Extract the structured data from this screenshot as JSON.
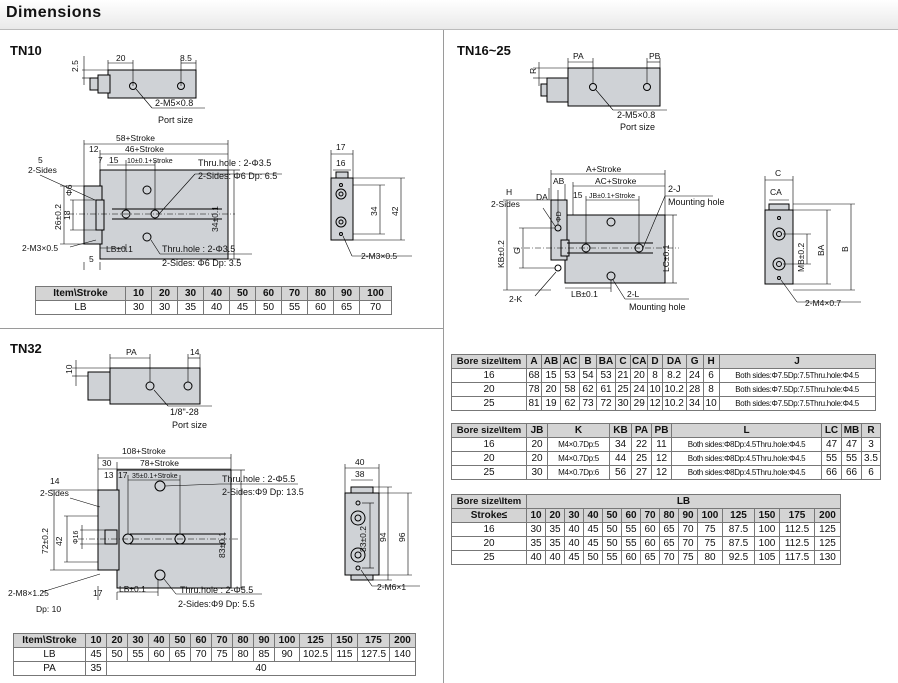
{
  "title": "Dimensions",
  "tn10": {
    "label": "TN10",
    "top": {
      "d1": "20",
      "d2": "8.5",
      "d3": "2.5",
      "port": "2-M5×0.8",
      "port_label": "Port size"
    },
    "front": {
      "d58": "58+Stroke",
      "d46": "46+Stroke",
      "d12": "12",
      "d7": "7",
      "d15": "15",
      "tol": "10±0.1+Stroke",
      "d5": "5",
      "sides": "2-Sides",
      "phi6": "Φ6",
      "d26": "26±0.2",
      "d18": "18",
      "m3": "2-M3×0.5",
      "d5b": "5",
      "lb": "LB±0.1",
      "thru1": "Thru.hole : 2-Φ3.5",
      "thru1b": "2-Sides: Φ6 Dp: 6.5",
      "thru2": "Thru.hole : 2-Φ3.5",
      "thru2b": "2-Sides: Φ6 Dp: 3.5",
      "d34": "34±0.1"
    },
    "side": {
      "d17": "17",
      "d16": "16",
      "d34": "34",
      "d42": "42",
      "m3": "2-M3×0.5"
    },
    "table": {
      "header": [
        "Item\\Stroke",
        "10",
        "20",
        "30",
        "40",
        "50",
        "60",
        "70",
        "80",
        "90",
        "100"
      ],
      "rows": [
        [
          "LB",
          "30",
          "30",
          "35",
          "40",
          "45",
          "50",
          "55",
          "60",
          "65",
          "70"
        ]
      ]
    }
  },
  "tn32": {
    "label": "TN32",
    "top": {
      "pa": "PA",
      "d14": "14",
      "d10": "10",
      "port": "1/8\"-28",
      "port_label": "Port size"
    },
    "front": {
      "d108": "108+Stroke",
      "d30": "30",
      "d78": "78+Stroke",
      "d13": "13",
      "d17": "17",
      "d35": "35±0.1+Stroke",
      "d14": "14",
      "sides": "2-Sides",
      "d72": "72±0.2",
      "d42": "42",
      "phi16": "Φ16",
      "m8": "2-M8×1.25",
      "dp": "Dp: 10",
      "d17b": "17",
      "lb": "LB±0.1",
      "thru1": "Thru.hole : 2-Φ5.5",
      "thru1b": "2-Sides:Φ9 Dp: 13.5",
      "thru2": "Thru.hole : 2-Φ5.5",
      "thru2b": "2-Sides:Φ9 Dp: 5.5",
      "d83": "83±0.1"
    },
    "side": {
      "d40": "40",
      "d38": "38",
      "d83": "83±0.2",
      "d94": "94",
      "d96": "96",
      "m6": "2-M6×1"
    },
    "table": {
      "header": [
        "Item\\Stroke",
        "10",
        "20",
        "30",
        "40",
        "50",
        "60",
        "70",
        "80",
        "90",
        "100",
        "125",
        "150",
        "175",
        "200"
      ],
      "rows": [
        [
          "LB",
          "45",
          "50",
          "55",
          "60",
          "65",
          "70",
          "75",
          "80",
          "85",
          "90",
          "102.5",
          "115",
          "127.5",
          "140"
        ]
      ],
      "pa_label": "PA",
      "pa_values": [
        "35",
        "40"
      ]
    }
  },
  "tn16": {
    "label": "TN16~25",
    "top": {
      "pa": "PA",
      "pb": "PB",
      "r": "R",
      "port": "2-M5×0.8",
      "port_label": "Port size"
    },
    "front": {
      "a": "A+Stroke",
      "ab": "AB",
      "ac": "AC+Stroke",
      "d15": "15",
      "jb": "JB±0.1+Stroke",
      "h": "H",
      "sides": "2-Sides",
      "da": "DA",
      "dd": "ΦD",
      "j": "2-J",
      "mount": "Mounting hole",
      "kb": "KB±0.2",
      "g": "G",
      "lc": "LC±0.1",
      "k": "2-K",
      "lb": "LB±0.1",
      "l": "2-L",
      "mount2": "Mounting hole"
    },
    "side": {
      "c": "C",
      "ca": "CA",
      "mb": "MB±0.2",
      "ba": "BA",
      "b": "B",
      "m4": "2-M4×0.7"
    },
    "table1": {
      "header": [
        "Bore size\\Item",
        "A",
        "AB",
        "AC",
        "B",
        "BA",
        "C",
        "CA",
        "D",
        "DA",
        "G",
        "H",
        "J"
      ],
      "rows": [
        [
          "16",
          "68",
          "15",
          "53",
          "54",
          "53",
          "21",
          "20",
          "8",
          "8.2",
          "24",
          "6",
          "Both sides:Φ7.5Dp:7.5Thru.hole:Φ4.5"
        ],
        [
          "20",
          "78",
          "20",
          "58",
          "62",
          "61",
          "25",
          "24",
          "10",
          "10.2",
          "28",
          "8",
          "Both sides:Φ7.5Dp:7.5Thru.hole:Φ4.5"
        ],
        [
          "25",
          "81",
          "19",
          "62",
          "73",
          "72",
          "30",
          "29",
          "12",
          "10.2",
          "34",
          "10",
          "Both sides:Φ7.5Dp:7.5Thru.hole:Φ4.5"
        ]
      ]
    },
    "table2": {
      "header": [
        "Bore size\\Item",
        "JB",
        "K",
        "KB",
        "PA",
        "PB",
        "L",
        "LC",
        "MB",
        "R"
      ],
      "rows": [
        [
          "16",
          "20",
          "M4×0.7Dp:5",
          "34",
          "22",
          "11",
          "Both sides:Φ8Dp:4.5Thru.hole:Φ4.5",
          "47",
          "47",
          "3"
        ],
        [
          "20",
          "20",
          "M4×0.7Dp:5",
          "44",
          "25",
          "12",
          "Both sides:Φ8Dp:4.5Thru.hole:Φ4.5",
          "55",
          "55",
          "3.5"
        ],
        [
          "25",
          "30",
          "M4×0.7Dp:6",
          "56",
          "27",
          "12",
          "Both sides:Φ8Dp:4.5Thru.hole:Φ4.5",
          "66",
          "66",
          "6"
        ]
      ]
    },
    "table3": {
      "head1": "Bore size\\Item",
      "lb": "LB",
      "header": [
        "Stroke≤",
        "10",
        "20",
        "30",
        "40",
        "50",
        "60",
        "70",
        "80",
        "90",
        "100",
        "125",
        "150",
        "175",
        "200"
      ],
      "rows": [
        [
          "16",
          "30",
          "35",
          "40",
          "45",
          "50",
          "55",
          "60",
          "65",
          "70",
          "75",
          "87.5",
          "100",
          "112.5",
          "125"
        ],
        [
          "20",
          "35",
          "35",
          "40",
          "45",
          "50",
          "55",
          "60",
          "65",
          "70",
          "75",
          "87.5",
          "100",
          "112.5",
          "125"
        ],
        [
          "25",
          "40",
          "40",
          "45",
          "50",
          "55",
          "60",
          "65",
          "70",
          "75",
          "80",
          "92.5",
          "105",
          "117.5",
          "130"
        ]
      ]
    }
  }
}
